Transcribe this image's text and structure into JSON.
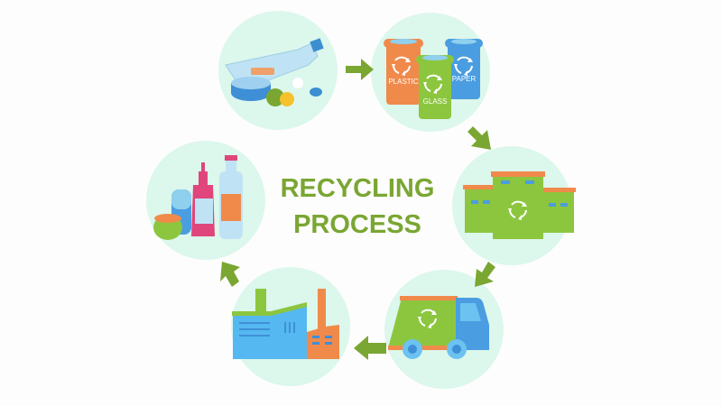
{
  "title": {
    "line1": "RECYCLING",
    "line2": "PROCESS"
  },
  "bins": [
    {
      "label": "PLASTIC"
    },
    {
      "label": "GLASS"
    },
    {
      "label": "PAPER"
    }
  ],
  "colors": {
    "circle": "#dcf7ec",
    "arrow": "#7aa632",
    "orange": "#f08a4b",
    "green": "#8cc63f",
    "blue": "#4a9de0"
  }
}
